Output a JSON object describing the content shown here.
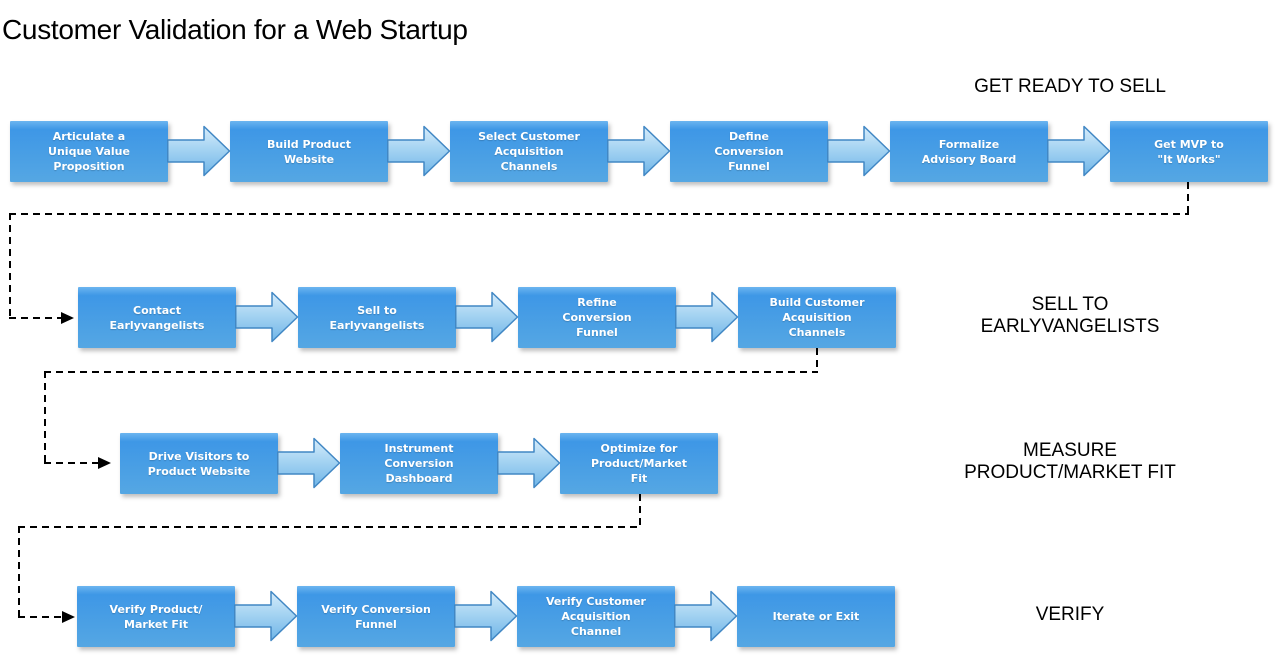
{
  "title": "Customer Validation for a Web Startup",
  "colors": {
    "box_fill_top": "#6cb5f0",
    "box_fill": "#3e97e6",
    "box_fill_bottom": "#55a7e3",
    "box_text": "#ffffff",
    "arrow_fill_top": "#d6ecfb",
    "arrow_fill_mid": "#a6d4f2",
    "arrow_fill_bottom": "#6fb5e8",
    "arrow_stroke": "#4187c4",
    "connector": "#000000",
    "label_text": "#000000"
  },
  "rows": [
    {
      "label": "GET READY TO SELL",
      "boxes": [
        "Articulate a\nUnique Value\nProposition",
        "Build Product\nWebsite",
        "Select Customer\nAcquisition\nChannels",
        "Define\nConversion\nFunnel",
        "Formalize\nAdvisory Board",
        "Get MVP to\n\"It Works\""
      ]
    },
    {
      "label": "SELL TO\nEARLYVANGELISTS",
      "boxes": [
        "Contact\nEarlyvangelists",
        "Sell to\nEarlyvangelists",
        "Refine\nConversion\nFunnel",
        "Build Customer\nAcquisition\nChannels"
      ]
    },
    {
      "label": "MEASURE\nPRODUCT/MARKET FIT",
      "boxes": [
        "Drive Visitors to\nProduct Website",
        "Instrument\nConversion\nDashboard",
        "Optimize for\nProduct/Market\nFit"
      ]
    },
    {
      "label": "VERIFY",
      "boxes": [
        "Verify Product/\nMarket Fit",
        "Verify Conversion\nFunnel",
        "Verify Customer\nAcquisition\nChannel",
        "Iterate or Exit"
      ]
    }
  ]
}
